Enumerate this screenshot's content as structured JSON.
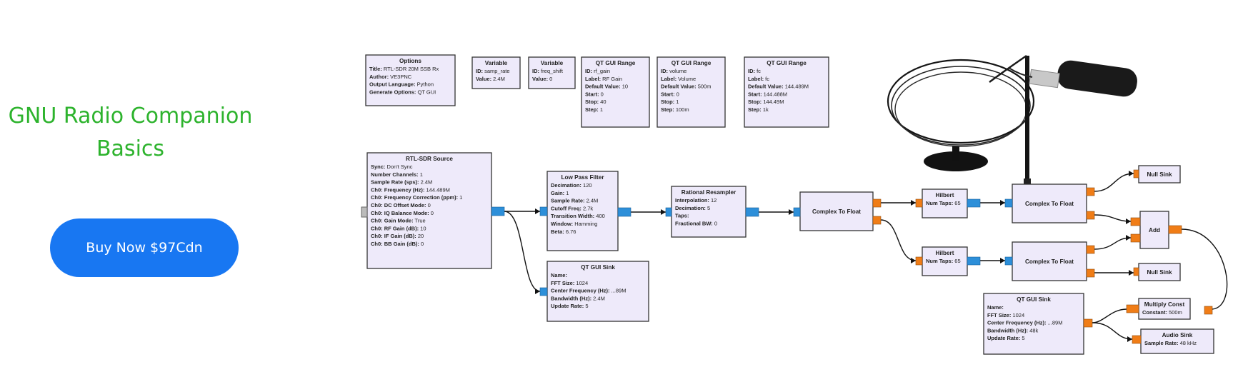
{
  "hero": {
    "title": "GNU Radio Companion Basics",
    "buy_label": "Buy Now $97Cdn",
    "title_color": "#2db32d",
    "button_color": "#1877f2"
  },
  "flowgraph": {
    "blocks": {
      "options": {
        "title": "Options",
        "lines": [
          [
            "Title:",
            "RTL-SDR 20M SSB Rx"
          ],
          [
            "Author:",
            "VE3PNC"
          ],
          [
            "Output Language:",
            "Python"
          ],
          [
            "Generate Options:",
            "QT GUI"
          ]
        ]
      },
      "var_samp": {
        "title": "Variable",
        "lines": [
          [
            "ID:",
            "samp_rate"
          ],
          [
            "Value:",
            "2.4M"
          ]
        ]
      },
      "var_freq": {
        "title": "Variable",
        "lines": [
          [
            "ID:",
            "freq_shift"
          ],
          [
            "Value:",
            "0"
          ]
        ]
      },
      "range_gain": {
        "title": "QT GUI Range",
        "lines": [
          [
            "ID:",
            "rf_gain"
          ],
          [
            "Label:",
            "RF Gain"
          ],
          [
            "Default Value:",
            "10"
          ],
          [
            "Start:",
            "0"
          ],
          [
            "Stop:",
            "40"
          ],
          [
            "Step:",
            "1"
          ]
        ]
      },
      "range_vol": {
        "title": "QT GUI Range",
        "lines": [
          [
            "ID:",
            "volume"
          ],
          [
            "Label:",
            "Volume"
          ],
          [
            "Default Value:",
            "500m"
          ],
          [
            "Start:",
            "0"
          ],
          [
            "Stop:",
            "1"
          ],
          [
            "Step:",
            "100m"
          ]
        ]
      },
      "range_fc": {
        "title": "QT GUI Range",
        "lines": [
          [
            "ID:",
            "fc"
          ],
          [
            "Label:",
            "fc"
          ],
          [
            "Default Value:",
            "144.489M"
          ],
          [
            "Start:",
            "144.488M"
          ],
          [
            "Stop:",
            "144.49M"
          ],
          [
            "Step:",
            "1k"
          ]
        ]
      },
      "rtl": {
        "title": "RTL-SDR Source",
        "lines": [
          [
            "Sync:",
            "Don't Sync"
          ],
          [
            "Number Channels:",
            "1"
          ],
          [
            "Sample Rate (sps):",
            "2.4M"
          ],
          [
            "Ch0: Frequency (Hz):",
            "144.489M"
          ],
          [
            "Ch0: Frequency Correction (ppm):",
            "1"
          ],
          [
            "Ch0: DC Offset Mode:",
            "0"
          ],
          [
            "Ch0: IQ Balance Mode:",
            "0"
          ],
          [
            "Ch0: Gain Mode:",
            "True"
          ],
          [
            "Ch0: RF Gain (dB):",
            "10"
          ],
          [
            "Ch0: IF Gain (dB):",
            "20"
          ],
          [
            "Ch0: BB Gain (dB):",
            "0"
          ]
        ]
      },
      "lpf": {
        "title": "Low Pass Filter",
        "lines": [
          [
            "Decimation:",
            "120"
          ],
          [
            "Gain:",
            "1"
          ],
          [
            "Sample Rate:",
            "2.4M"
          ],
          [
            "Cutoff Freq:",
            "2.7k"
          ],
          [
            "Transition Width:",
            "400"
          ],
          [
            "Window:",
            "Hamming"
          ],
          [
            "Beta:",
            "6.76"
          ]
        ]
      },
      "sink1": {
        "title": "QT GUI Sink",
        "lines": [
          [
            "Name:",
            ""
          ],
          [
            "FFT Size:",
            "1024"
          ],
          [
            "Center Frequency (Hz):",
            "...89M"
          ],
          [
            "Bandwidth (Hz):",
            "2.4M"
          ],
          [
            "Update Rate:",
            "5"
          ]
        ]
      },
      "resamp": {
        "title": "Rational Resampler",
        "lines": [
          [
            "Interpolation:",
            "12"
          ],
          [
            "Decimation:",
            "5"
          ],
          [
            "Taps:",
            ""
          ],
          [
            "Fractional BW:",
            "0"
          ]
        ]
      },
      "c2f1": {
        "title": "Complex To Float",
        "lines": []
      },
      "hil1": {
        "title": "Hilbert",
        "lines": [
          [
            "Num Taps:",
            "65"
          ]
        ]
      },
      "hil2": {
        "title": "Hilbert",
        "lines": [
          [
            "Num Taps:",
            "65"
          ]
        ]
      },
      "c2f2": {
        "title": "Complex To Float",
        "lines": []
      },
      "c2f3": {
        "title": "Complex To Float",
        "lines": []
      },
      "null1": {
        "title": "Null Sink",
        "lines": []
      },
      "null2": {
        "title": "Null Sink",
        "lines": []
      },
      "add": {
        "title": "Add",
        "lines": []
      },
      "mult": {
        "title": "Multiply Const",
        "lines": [
          [
            "Constant:",
            "500m"
          ]
        ]
      },
      "sink2": {
        "title": "QT GUI Sink",
        "lines": [
          [
            "Name:",
            ""
          ],
          [
            "FFT Size:",
            "1024"
          ],
          [
            "Center Frequency (Hz):",
            "...89M"
          ],
          [
            "Bandwidth (Hz):",
            "48k"
          ],
          [
            "Update Rate:",
            "5"
          ]
        ]
      },
      "audio": {
        "title": "Audio Sink",
        "lines": [
          [
            "Sample Rate:",
            "48 kHz"
          ]
        ]
      }
    }
  }
}
